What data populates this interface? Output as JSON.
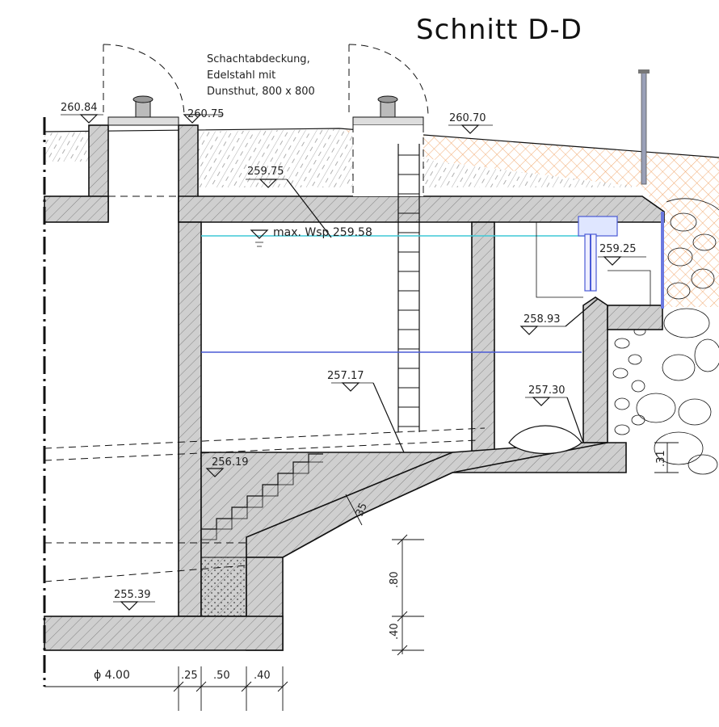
{
  "title": "Schnitt D-D",
  "annotation": {
    "cover_line1": "Schachtabdeckung,",
    "cover_line2": "Edelstahl mit",
    "cover_line3": "Dunsthut, 800 x 800"
  },
  "levels": {
    "l_260_84": "260.84",
    "l_260_75": "260.75",
    "l_260_70": "260.70",
    "l_259_75": "259.75",
    "max_wsp": "max. Wsp 259.58",
    "l_259_25": "259.25",
    "l_258_93": "258.93",
    "l_257_17": "257.17",
    "l_257_30": "257.30",
    "l_256_19": "256.19",
    "l_255_39": "255.39"
  },
  "dimensions": {
    "d_35": "35",
    "d_80": ".80",
    "d_40v": ".40",
    "d_31": ".31",
    "diameter": "ϕ 4.00",
    "w_25": ".25",
    "w_50": ".50",
    "w_40": ".40"
  },
  "colors": {
    "water_line": "#3ec9d6",
    "pipe_line": "#4a5ad6",
    "soil_fill": "#f4a05a",
    "concrete_stroke": "#111111"
  }
}
